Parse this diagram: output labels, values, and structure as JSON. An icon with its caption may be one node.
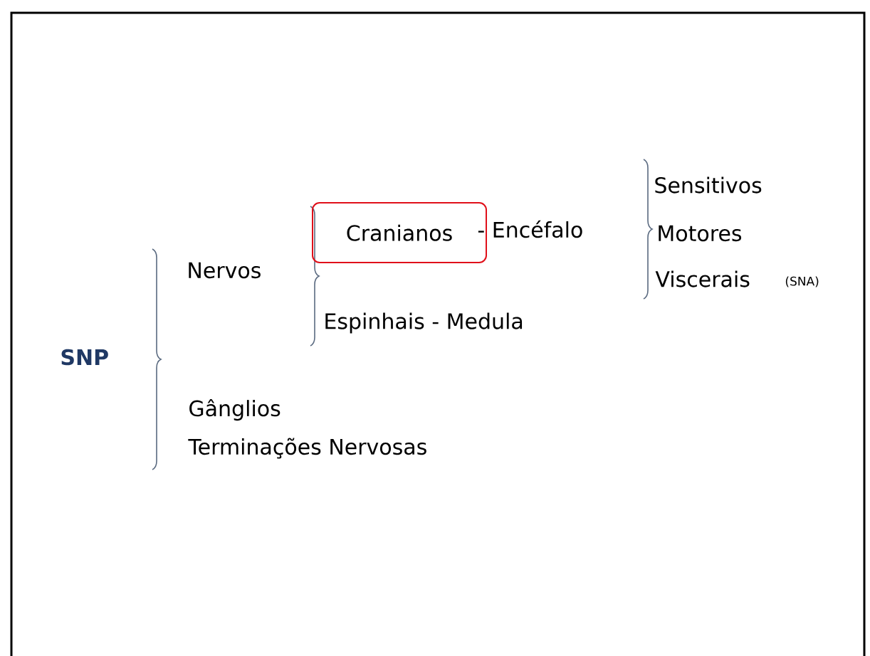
{
  "diagram": {
    "nodes": [
      {
        "text": [
          "Cranianos"
        ]
      }
    ],
    "labels": [
      "SNP",
      "Nervos",
      "- Encéfalo",
      "Espinhais - Medula",
      "Sensitivos",
      "Motores",
      "Viscerais",
      "(SNA)",
      "Gânglios",
      "Terminações Nervosas"
    ]
  }
}
